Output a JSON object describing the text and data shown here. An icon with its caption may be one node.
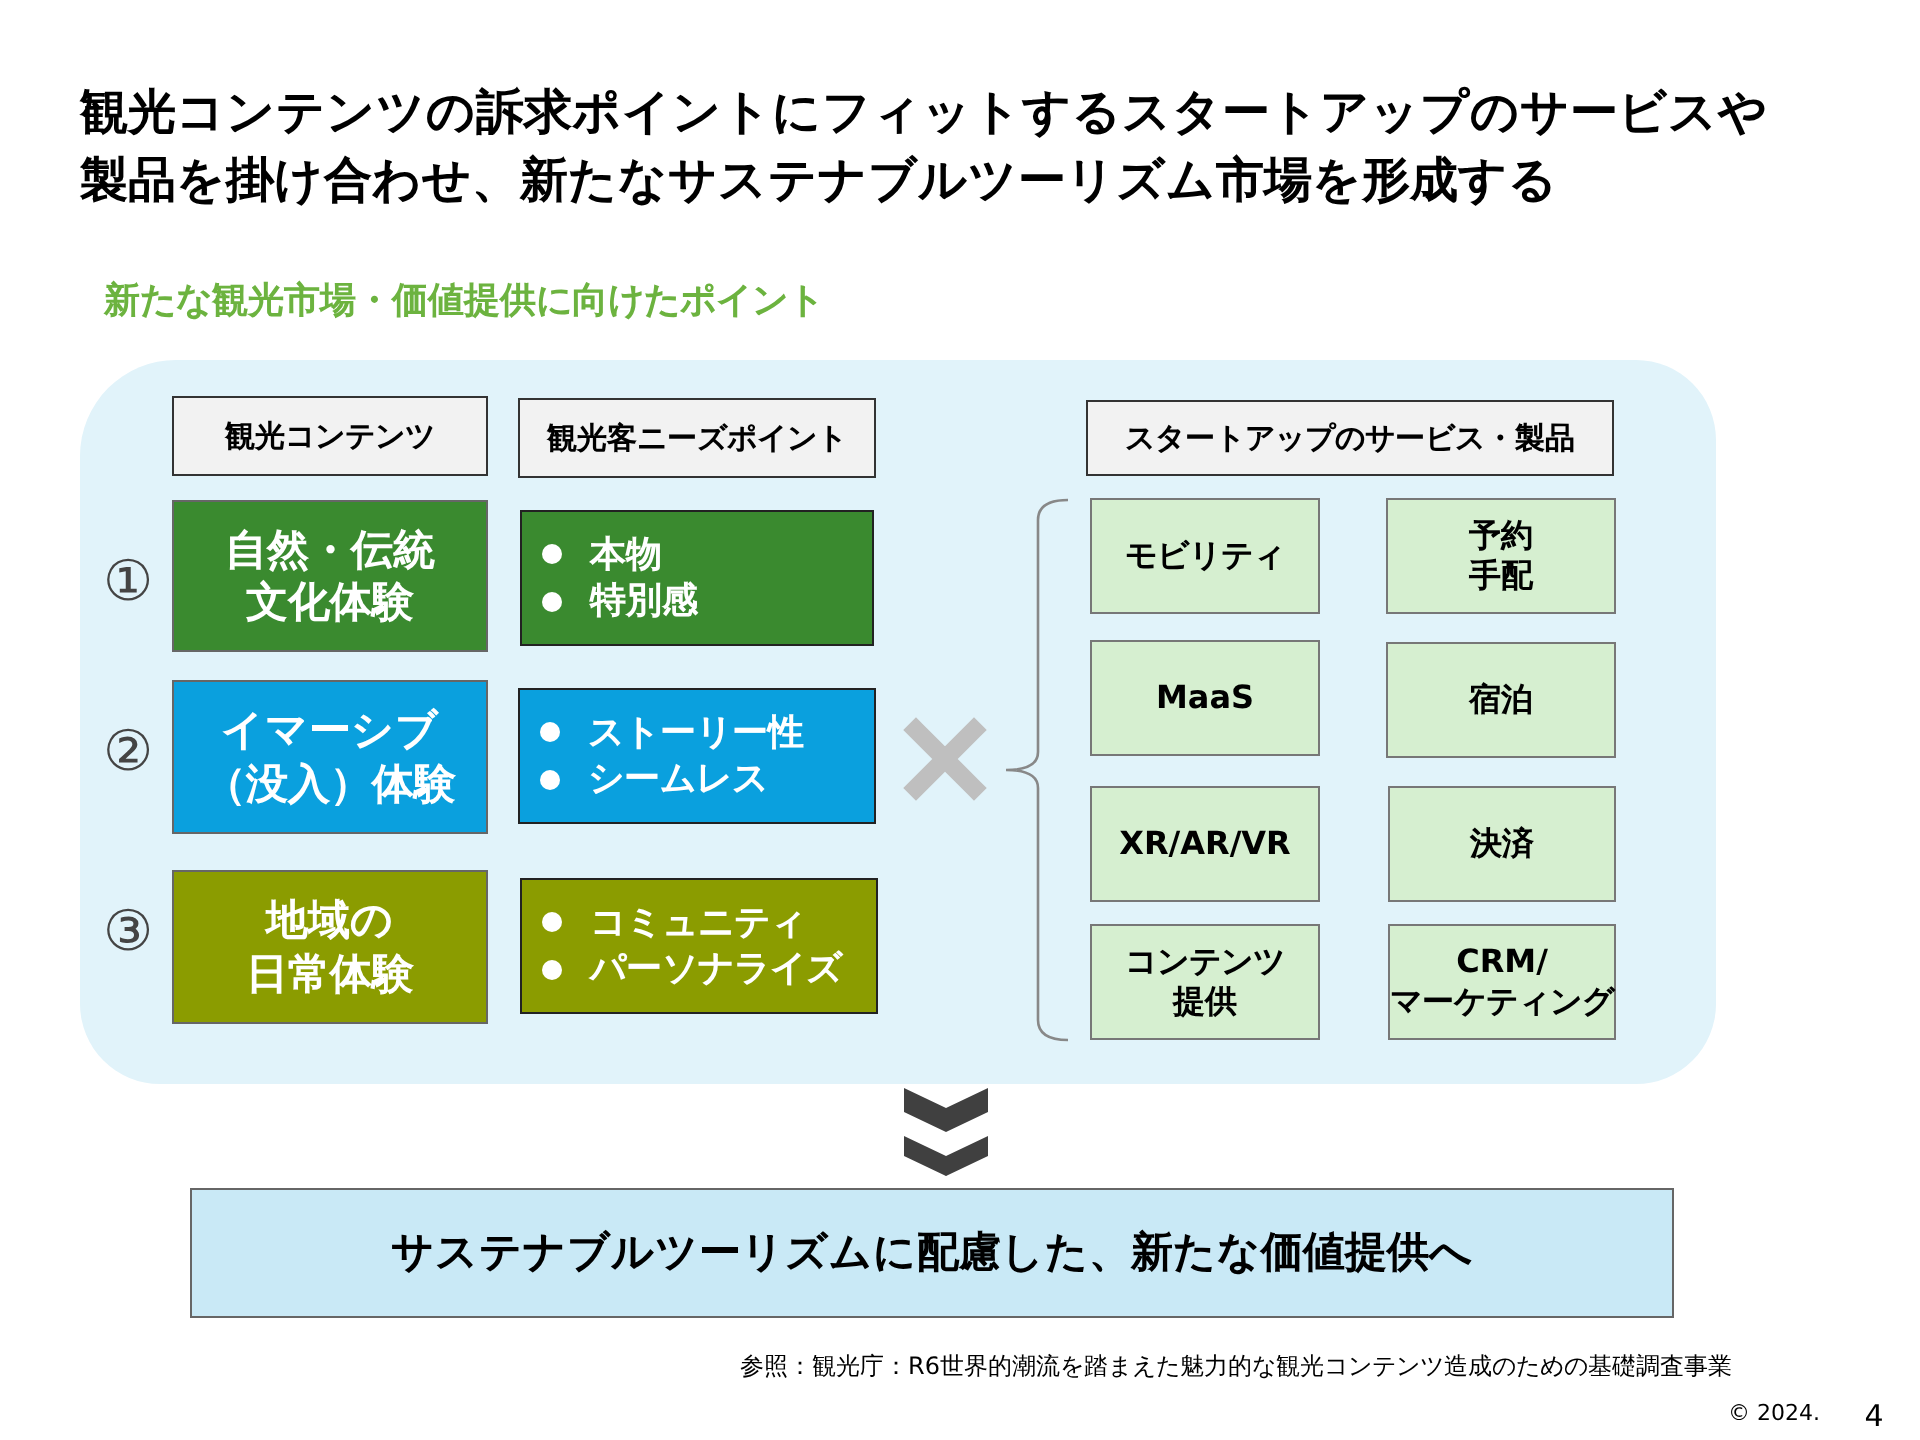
{
  "diagram": {
    "title": "観光コンテンツの訴求ポイントにフィットするスタートアップのサービスや製品を掛け合わせ、新たなサステナブルツーリズム市場を形成する",
    "nodes": [
      {
        "text": [],
        "shape": "box"
      },
      {
        "text": [
          "観光コンテンツ"
        ],
        "in": 0
      },
      {
        "text": [
          "観光客ニーズポイント"
        ],
        "in": 0
      },
      {
        "text": [
          "スタートアップのサービス・製品"
        ],
        "in": 0
      },
      {
        "text": [
          "自然・伝統文化体験"
        ],
        "in": 0
      },
      {
        "text": [
          "本物",
          "特別感"
        ],
        "in": 0
      },
      {
        "text": [
          "イマーシブ（没入）体験"
        ],
        "in": 0
      },
      {
        "text": [
          "ストーリー性",
          "シームレス"
        ],
        "in": 0
      },
      {
        "text": [
          "地域の日常体験"
        ],
        "in": 0
      },
      {
        "text": [
          "コミュニティ",
          "パーソナライズ"
        ],
        "in": 0
      },
      {
        "text": [
          "モビリティ"
        ],
        "in": 0
      },
      {
        "text": [
          "予約手配"
        ],
        "in": 0
      },
      {
        "text": [
          "MaaS"
        ],
        "in": 0
      },
      {
        "text": [
          "宿泊"
        ],
        "in": 0
      },
      {
        "text": [
          "XR/AR/VR"
        ],
        "in": 0
      },
      {
        "text": [
          "決済"
        ],
        "in": 0
      },
      {
        "text": [
          "コンテンツ提供"
        ],
        "in": 0
      },
      {
        "text": [
          "CRM/マーケティング"
        ],
        "in": 0
      },
      {
        "text": [
          "サステナブルツーリズムに配慮した、新たな価値提供へ"
        ]
      }
    ],
    "edges": [
      {
        "from": 0,
        "to": 18,
        "arrow": "to"
      }
    ],
    "labels": [
      "新たな観光市場・価値提供に向けたポイント",
      "①",
      "②",
      "③",
      "参照：観光庁：R6世界的潮流を踏まえた魅力的な観光コンテンツ造成のための基礎調査事業",
      "© 2024.",
      "4"
    ]
  }
}
